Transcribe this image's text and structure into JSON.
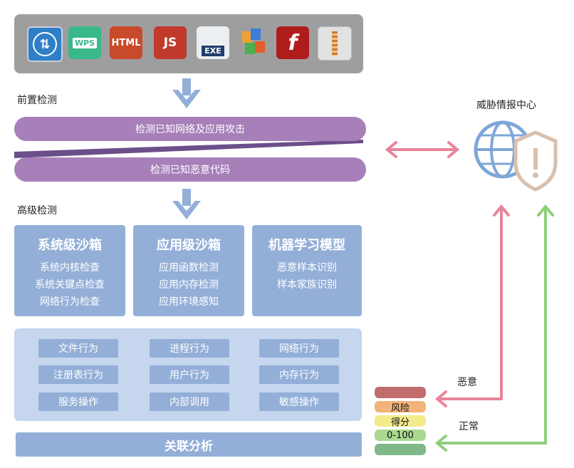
{
  "file_types": [
    {
      "name": "installer-app-icon",
      "text": "⇅",
      "color": "#2f7fc8"
    },
    {
      "name": "wps-file-icon",
      "text": "WPS",
      "color": "#39b98a"
    },
    {
      "name": "html-file-icon",
      "text": "HTML",
      "color": "#c94a2a"
    },
    {
      "name": "js-file-icon",
      "text": "JS",
      "color": "#c0392b"
    },
    {
      "name": "exe-file-icon",
      "text": "EXE",
      "color": "#eceff2"
    },
    {
      "name": "office-docs-icon",
      "text": "",
      "color": "#f0a030"
    },
    {
      "name": "flash-file-icon",
      "text": "f",
      "color": "#b01c1c"
    },
    {
      "name": "zip-archive-icon",
      "text": "",
      "color": "#e2e2e2"
    }
  ],
  "pre_detect": {
    "section_label": "前置检测",
    "band1": "检测已知网络及应用攻击",
    "band2": "检测已知恶意代码"
  },
  "advanced": {
    "section_label": "高级检测",
    "boxes": [
      {
        "title": "系统级沙箱",
        "lines": [
          "系统内核检查",
          "系统关键点检查",
          "网络行为检查"
        ]
      },
      {
        "title": "应用级沙箱",
        "lines": [
          "应用函数检测",
          "应用内存检测",
          "应用环境感知"
        ]
      },
      {
        "title": "机器学习模型",
        "lines": [
          "恶意样本识别",
          "样本家族识别"
        ]
      }
    ]
  },
  "behaviors": [
    [
      "文件行为",
      "进程行为",
      "网络行为"
    ],
    [
      "注册表行为",
      "用户行为",
      "内存行为"
    ],
    [
      "服务操作",
      "内部调用",
      "敏感操作"
    ]
  ],
  "correlation": "关联分析",
  "threat_center": "威胁情报中心",
  "outcomes": {
    "malicious": "恶意",
    "normal": "正常"
  },
  "score": {
    "line1": "风险",
    "line2": "得分",
    "line3": "0-100"
  },
  "colors": {
    "pink": "#e9849a",
    "green": "#8fcf7c",
    "purple": "#a77fb9",
    "blue": "#93afd8"
  }
}
